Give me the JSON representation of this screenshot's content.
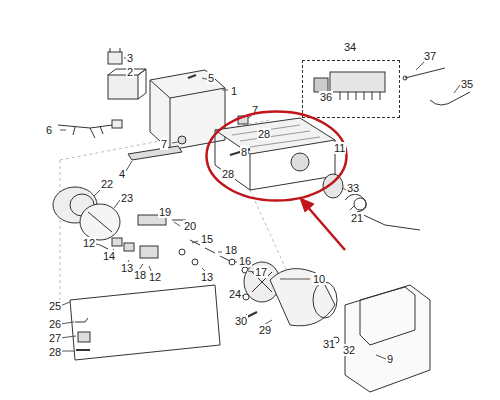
{
  "diagram": {
    "nodes": [
      {
        "text": [
          "34",
          "36"
        ]
      },
      {
        "text": [
          "28",
          "11",
          "28"
        ]
      }
    ],
    "labels": [
      "1",
      "2",
      "3",
      "4",
      "5",
      "6",
      "7",
      "7",
      "8",
      "33",
      "21",
      "22",
      "23",
      "19",
      "20",
      "15",
      "18",
      "16",
      "17",
      "12",
      "14",
      "13",
      "18",
      "12",
      "13",
      "10",
      "24",
      "30",
      "29",
      "25",
      "26",
      "27",
      "28",
      "31",
      "32",
      "9",
      "37",
      "35"
    ]
  }
}
